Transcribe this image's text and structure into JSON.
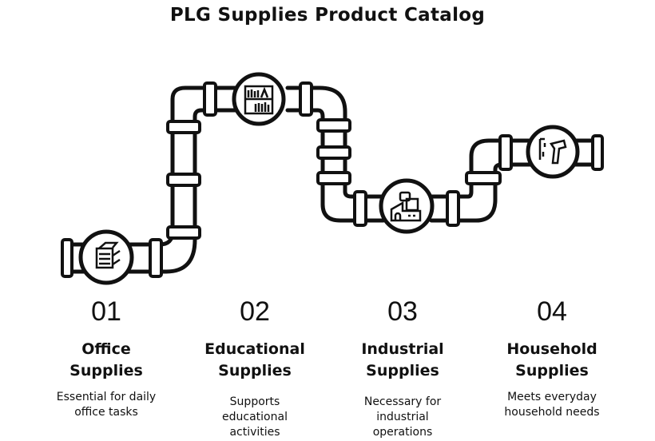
{
  "title": "PLG Supplies Product Catalog",
  "steps": [
    {
      "number": "01",
      "title_line1": "Office",
      "title_line2": "Supplies",
      "desc_lines": [
        "Essential for daily",
        "office tasks"
      ],
      "icon": "office-printer-icon"
    },
    {
      "number": "02",
      "title_line1": "Educational",
      "title_line2": "Supplies",
      "desc_lines": [
        "Supports",
        "educational",
        "activities"
      ],
      "icon": "bookshelf-icon"
    },
    {
      "number": "03",
      "title_line1": "Industrial",
      "title_line2": "Supplies",
      "desc_lines": [
        "Necessary for",
        "industrial",
        "operations"
      ],
      "icon": "factory-icon"
    },
    {
      "number": "04",
      "title_line1": "Household",
      "title_line2": "Supplies",
      "desc_lines": [
        "Meets everyday",
        "household needs"
      ],
      "icon": "hammer-nails-icon"
    }
  ],
  "colors": {
    "stroke": "#111111",
    "background": "#ffffff"
  }
}
